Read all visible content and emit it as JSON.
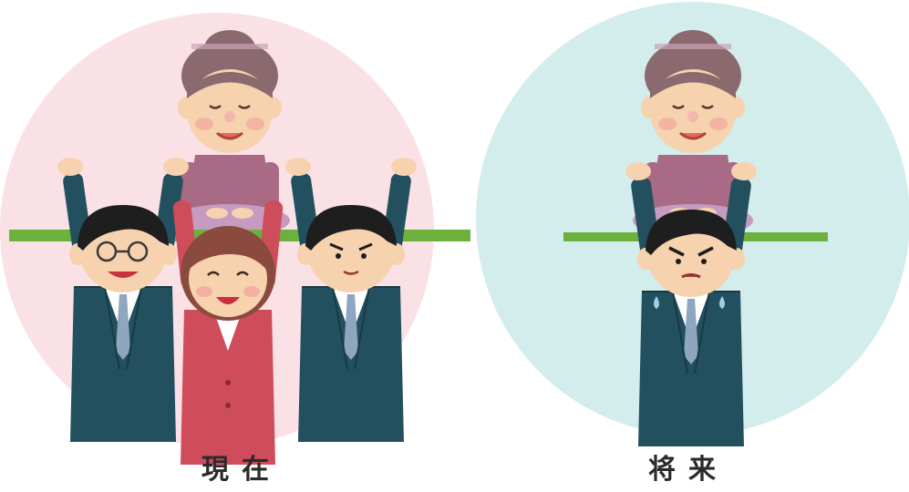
{
  "panels": [
    {
      "caption": "現在",
      "background": "#fae1e6",
      "supporters": 3
    },
    {
      "caption": "将来",
      "background": "#d3ecec",
      "supporters": 1
    }
  ],
  "colors": {
    "board": "#6db13d",
    "suit": "#22505e",
    "elder_top": "#a96a86",
    "red_jacket": "#cf4c5b"
  }
}
